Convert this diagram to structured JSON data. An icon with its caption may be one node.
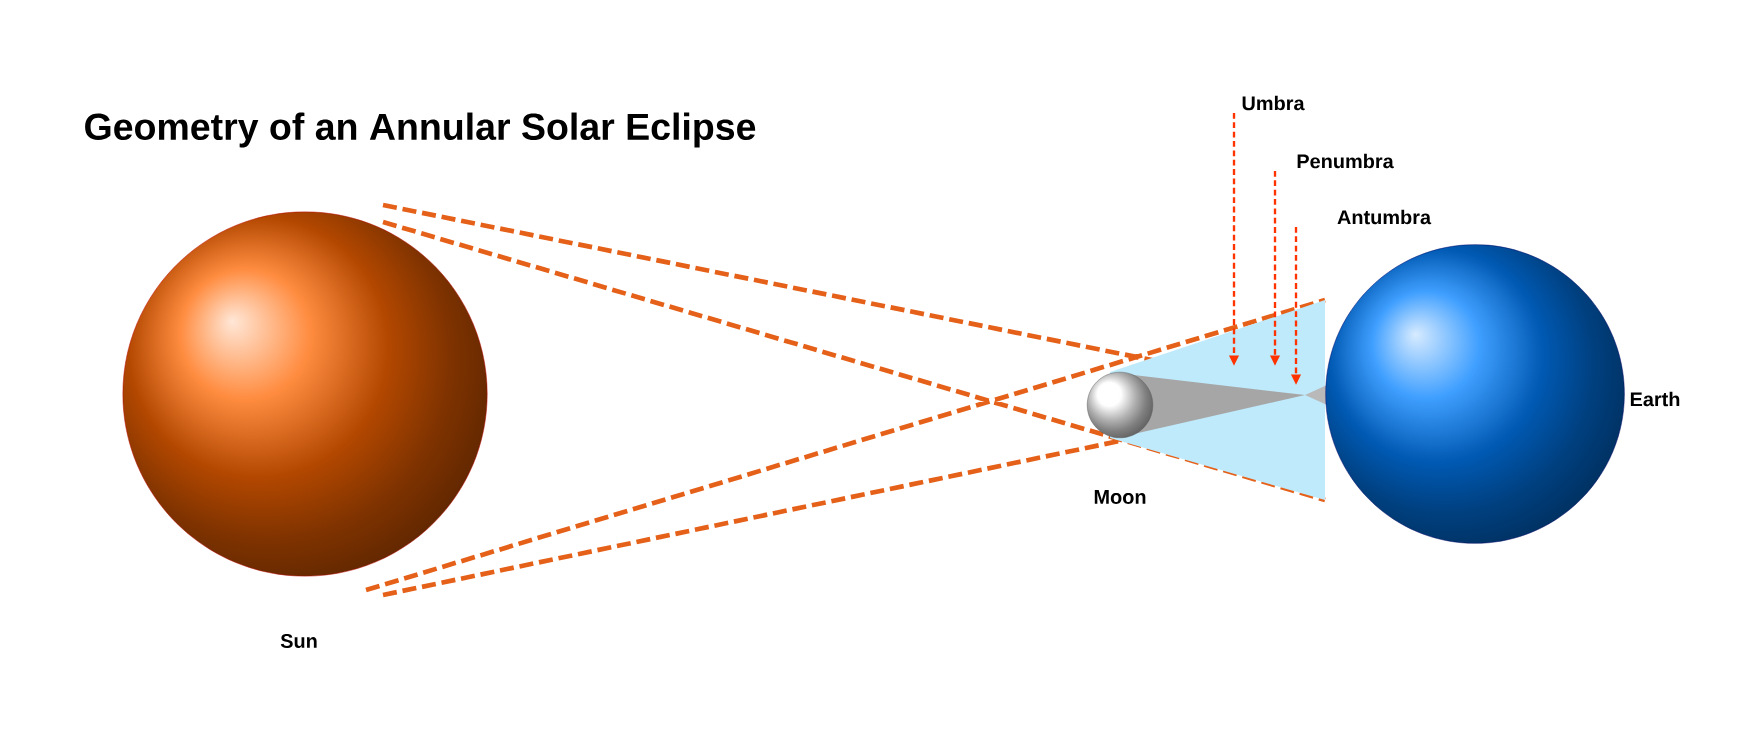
{
  "diagram": {
    "title": "Geometry of an Annular Solar Eclipse",
    "nodes": [
      {
        "text": [],
        "shape": "circle",
        "beside": [
          "Sun"
        ]
      },
      {
        "text": [],
        "shape": "circle",
        "beside": [
          "Moon"
        ]
      },
      {
        "text": [],
        "shape": "circle",
        "beside": [
          "Earth"
        ]
      },
      {
        "text": [
          "Umbra"
        ]
      },
      {
        "text": [
          "Penumbra"
        ]
      },
      {
        "text": [
          "Antumbra"
        ]
      }
    ],
    "edges": [
      {
        "from": 3,
        "to": null,
        "arrow": "to",
        "style": "dashed"
      },
      {
        "from": 4,
        "to": null,
        "arrow": "to",
        "style": "dashed"
      },
      {
        "from": 5,
        "to": null,
        "arrow": "to",
        "style": "dashed"
      }
    ]
  }
}
